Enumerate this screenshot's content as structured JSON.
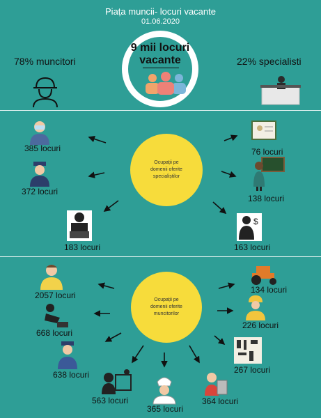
{
  "header": {
    "title": "Piața muncii- locuri vacante",
    "date": "01.06.2020"
  },
  "center": {
    "label_line1": "9 mii locuri",
    "label_line2": "vacante"
  },
  "left_stat": {
    "label": "78%  muncitori"
  },
  "right_stat": {
    "label": "22% specialisti"
  },
  "specialists_section": {
    "label_line1": "Ocupații pe",
    "label_line2": "domenii oferite",
    "label_line3": "specialiștilor",
    "items": [
      {
        "value": "385 locuri",
        "icon": "doctor-icon"
      },
      {
        "value": "372 locuri",
        "icon": "police-officer-icon"
      },
      {
        "value": "183 locuri",
        "icon": "engineer-laptop-icon"
      },
      {
        "value": "76 locuri",
        "icon": "designer-board-icon"
      },
      {
        "value": "138  locuri",
        "icon": "teacher-icon"
      },
      {
        "value": "163 locuri",
        "icon": "finance-manager-icon"
      }
    ]
  },
  "workers_section": {
    "label_line1": "Ocupații pe",
    "label_line2": "domenii oferite",
    "label_line3": "muncitorilor",
    "items": [
      {
        "value": "2057 locuri",
        "icon": "technician-icon"
      },
      {
        "value": "668 locuri",
        "icon": "mechanic-icon"
      },
      {
        "value": "638 locuri",
        "icon": "security-guard-icon"
      },
      {
        "value": "563 locuri",
        "icon": "it-operator-icon"
      },
      {
        "value": "365 locuri",
        "icon": "cook-icon"
      },
      {
        "value": "364 locuri",
        "icon": "cashier-icon"
      },
      {
        "value": "267 locuri",
        "icon": "tools-icon"
      },
      {
        "value": "226 locuri",
        "icon": "construction-worker-icon"
      },
      {
        "value": "134 locuri",
        "icon": "tractor-icon"
      }
    ]
  },
  "colors": {
    "background": "#2e9e96",
    "sun": "#f7dc3b",
    "ring": "#ffffff",
    "divider": "#e8f4f3"
  }
}
